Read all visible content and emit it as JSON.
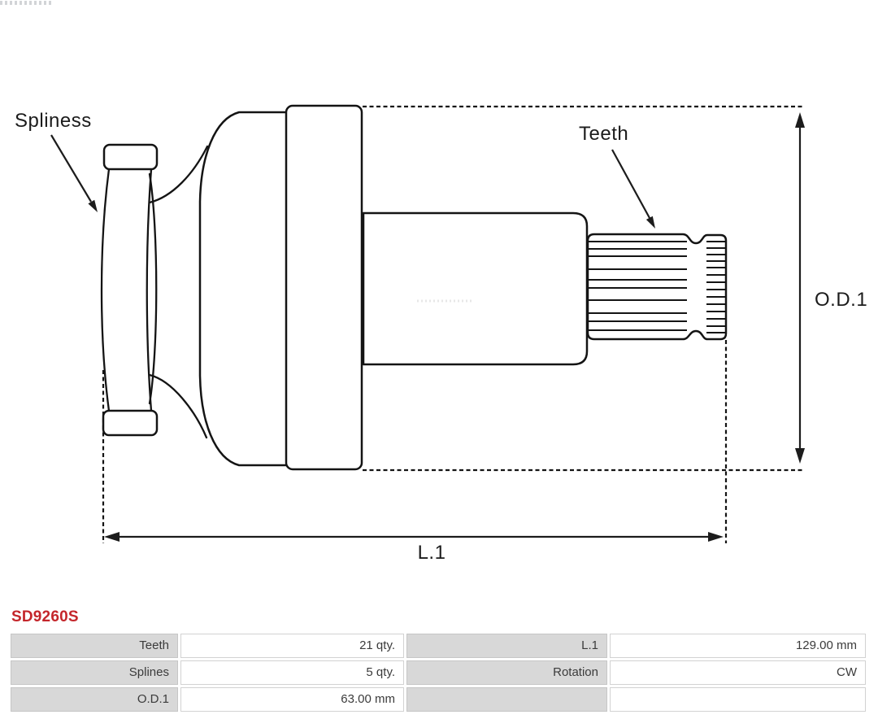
{
  "part": {
    "number": "SD9260S"
  },
  "diagram": {
    "labels": {
      "splines": "Spliness",
      "teeth": "Teeth",
      "od1": "O.D.1",
      "l1": "L.1"
    }
  },
  "spec_table": {
    "rows": [
      {
        "label1": "Teeth",
        "value1": "21 qty.",
        "label2": "L.1",
        "value2": "129.00 mm"
      },
      {
        "label1": "Splines",
        "value1": "5 qty.",
        "label2": "Rotation",
        "value2": "CW"
      },
      {
        "label1": "O.D.1",
        "value1": "63.00 mm",
        "label2": "",
        "value2": ""
      }
    ]
  },
  "colors": {
    "part_number": "#c4262b",
    "table_label_bg": "#d8d8d8",
    "line": "#141414"
  }
}
